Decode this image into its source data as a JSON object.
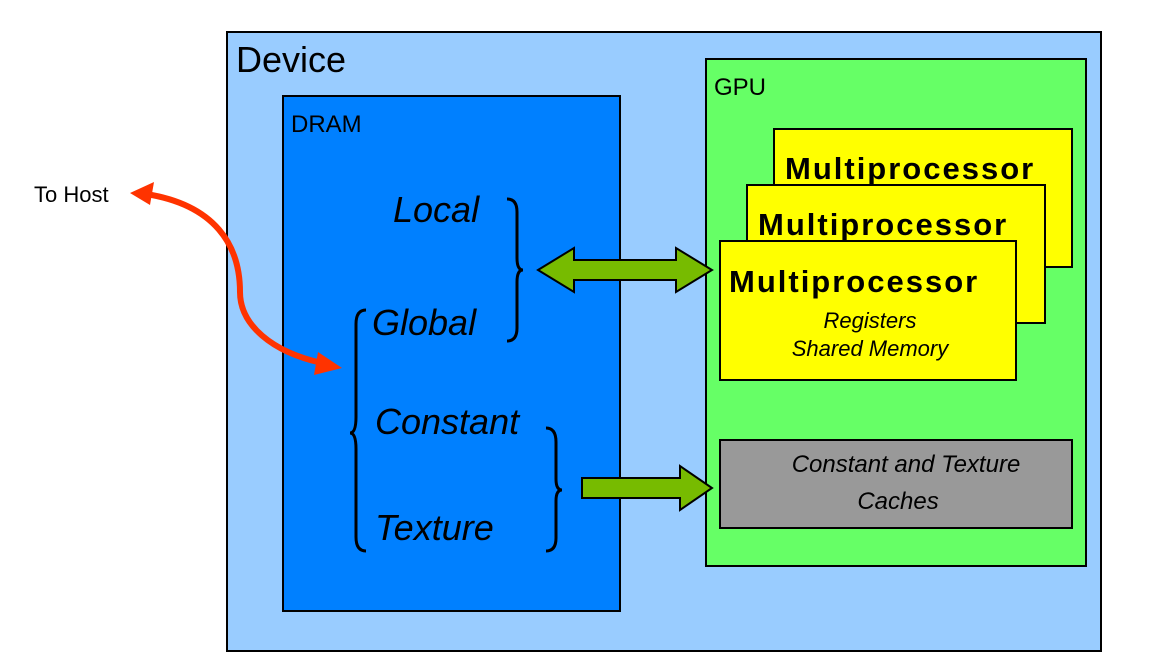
{
  "host_label": "To Host",
  "device": {
    "title": "Device"
  },
  "dram": {
    "title": "DRAM",
    "memories": [
      "Local",
      "Global",
      "Constant",
      "Texture"
    ]
  },
  "gpu": {
    "title": "GPU",
    "multiprocessor_label": "Multiprocessor",
    "registers_label": "Registers",
    "shared_memory_label": "Shared Memory",
    "cache_line1": "Constant and Texture",
    "cache_line2": "Caches"
  },
  "colors": {
    "device": "#99ccff",
    "dram": "#0080ff",
    "gpu": "#66ff66",
    "multiprocessor": "#ffff00",
    "cache": "#999999",
    "arrow_green": "#77bb00",
    "arrow_host": "#ff3300"
  }
}
